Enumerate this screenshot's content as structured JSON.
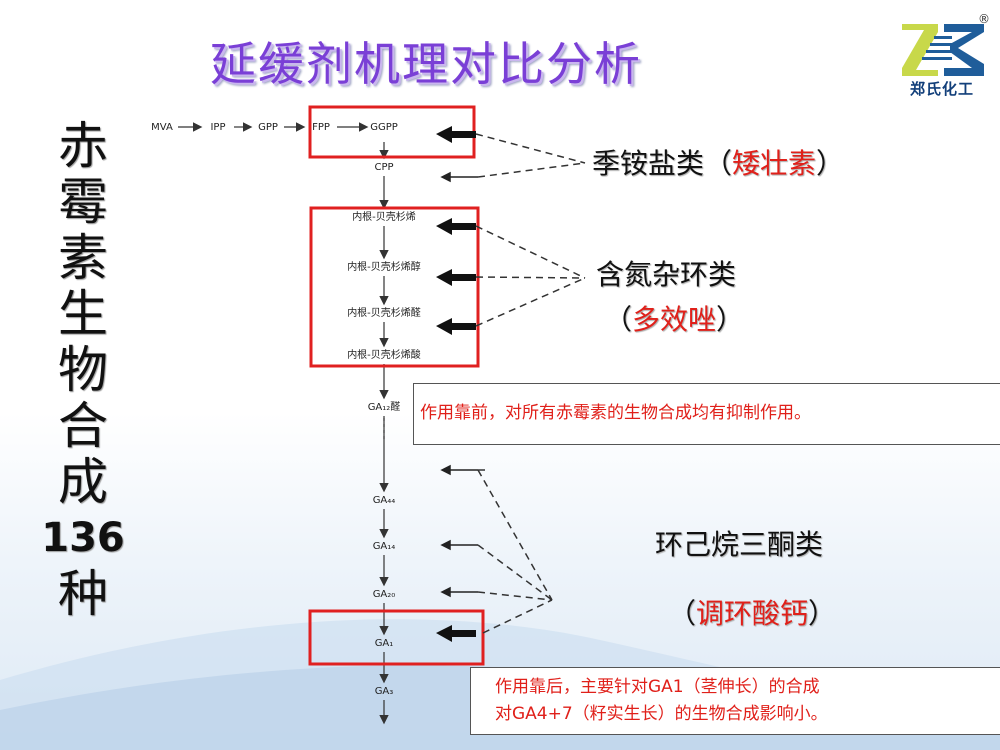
{
  "title": "延缓剂机理对比分析",
  "logo": {
    "text": "郑氏化工",
    "registered": "®"
  },
  "vertical_title": "赤霉素生物合成136种",
  "pathway": {
    "top_chain": [
      "MVA",
      "IPP",
      "GPP",
      "FPP",
      "GGPP"
    ],
    "steps": [
      "CPP",
      "内根-贝壳杉烯",
      "内根-贝壳杉烯醇",
      "内根-贝壳杉烯醛",
      "内根-贝壳杉烯酸",
      "GA₁₂醛",
      "GA₄₄",
      "GA₁₄",
      "GA₂₀",
      "GA₁",
      "GA₃"
    ]
  },
  "groups": {
    "quaternary": {
      "name": "季铵盐类（",
      "example": "矮壮素",
      "close": "）"
    },
    "nitrogen": {
      "name": "含氮杂环类",
      "open": "（",
      "example": "多效唑",
      "close": "）"
    },
    "cyclohexane": {
      "name": "环己烷三酮类",
      "open": "（",
      "example": "调环酸钙",
      "close": "）"
    }
  },
  "notes": {
    "early": "作用靠前，对所有赤霉素的生物合成均有抑制作用。",
    "late_line1": "作用靠后，主要针对GA1（茎伸长）的合成",
    "late_line2": "对GA4+7（籽实生长）的生物合成影响小。"
  },
  "colors": {
    "title": "#7a3fd6",
    "highlight": "#e0201a",
    "logo": "#123f7a"
  }
}
